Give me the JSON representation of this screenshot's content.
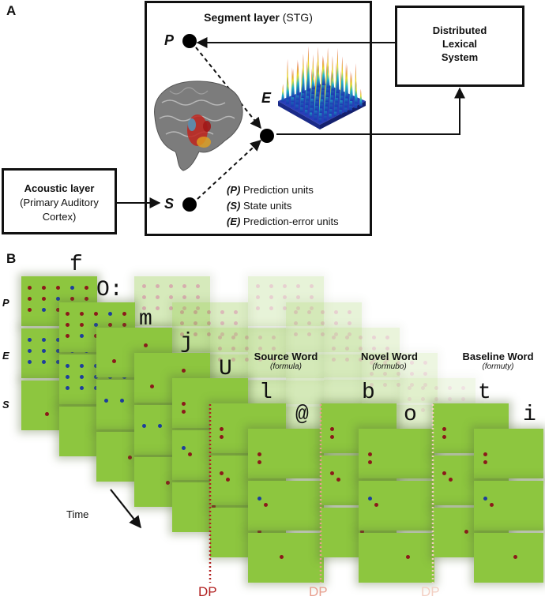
{
  "panelA": {
    "letter": "A",
    "segment": {
      "title_bold": "Segment layer",
      "title_rest": "(STG)"
    },
    "lexical": {
      "line1": "Distributed",
      "line2": "Lexical",
      "line3": "System"
    },
    "acoustic": {
      "title": "Acoustic layer",
      "line1": "(Primary Auditory",
      "line2": "Cortex)"
    },
    "units": {
      "p": "P",
      "e": "E",
      "s": "S"
    },
    "legend": [
      {
        "key": "(P)",
        "text": "Prediction units"
      },
      {
        "key": "(S)",
        "text": "State units"
      },
      {
        "key": "(E)",
        "text": "Prediction-error units"
      }
    ]
  },
  "panelB": {
    "letter": "B",
    "rows": [
      "P",
      "E",
      "S"
    ],
    "time_label": "Time",
    "phonemes": [
      "f",
      "O:",
      "m",
      "j",
      "U",
      "l",
      "@",
      "b",
      "o",
      "t",
      "i"
    ],
    "words": [
      {
        "title": "Source Word",
        "sub": "(formula)"
      },
      {
        "title": "Novel Word",
        "sub": "(formubo)"
      },
      {
        "title": "Baseline Word",
        "sub": "(formuty)"
      }
    ],
    "dp_label": "DP",
    "colors": {
      "card": "#8dc63f",
      "dot_red": "#8b1a1a",
      "dot_blue": "#1d3e9c",
      "dp1": "#b22222",
      "dp2": "#e8a090",
      "dp3": "#f3cfc2"
    }
  }
}
